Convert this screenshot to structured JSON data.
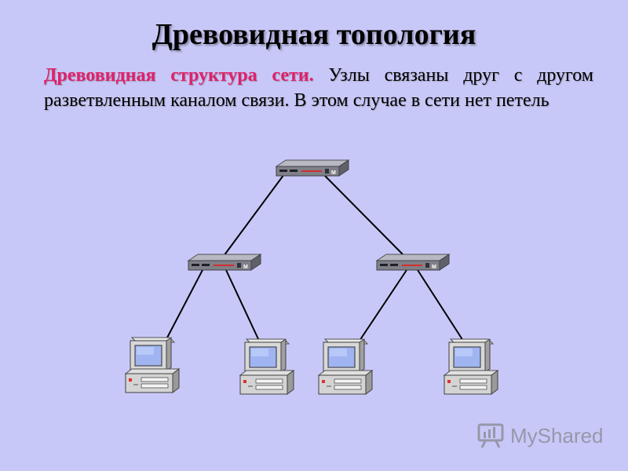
{
  "title": "Древовидная топология",
  "paragraph": {
    "lead": "Древовидная структура сети.",
    "text": " Узлы связаны друг с другом разветвленным каналом связи. В этом случае в сети нет петель"
  },
  "devices": {
    "switch_label": "M"
  },
  "watermark": {
    "text": "MyShared"
  },
  "colors": {
    "background": "#c8c8f8",
    "lead_text": "#e0206a"
  }
}
